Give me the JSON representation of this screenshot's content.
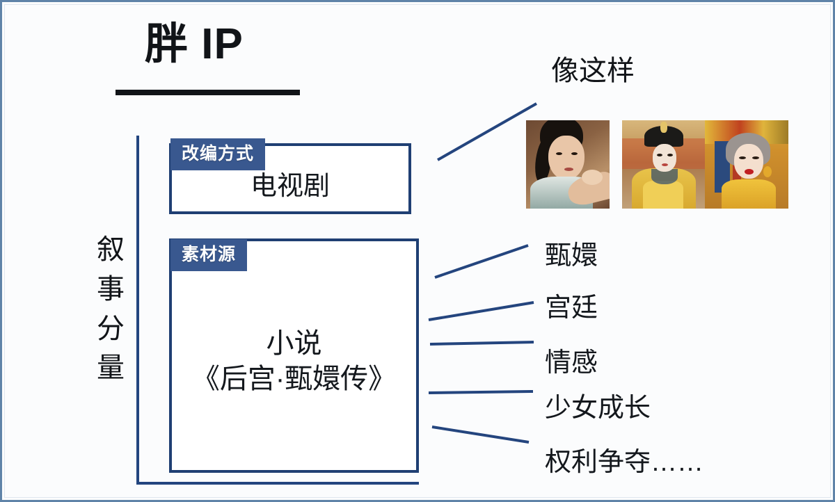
{
  "slide": {
    "title": "胖 IP",
    "vertical_label": "叙\n事\n分\n量",
    "right_heading": "像这样"
  },
  "boxes": [
    {
      "tag": "改编方式",
      "body": "电视剧"
    },
    {
      "tag": "素材源",
      "body": "小说\n《后宫·甄嬛传》"
    }
  ],
  "keywords": [
    "甄嬛",
    "宫廷",
    "情感",
    "少女成长",
    "权利争夺……"
  ],
  "photos": [
    "tv-still-maid",
    "tv-still-empress",
    "tv-still-consort"
  ],
  "colors": {
    "tag_blue": "#39588f",
    "box_border": "#1f3f73",
    "bracket": "#23457f",
    "connector": "#24457e",
    "title_text": "#111418",
    "page_border": "#5f83a8",
    "background": "#fbfcfd"
  }
}
